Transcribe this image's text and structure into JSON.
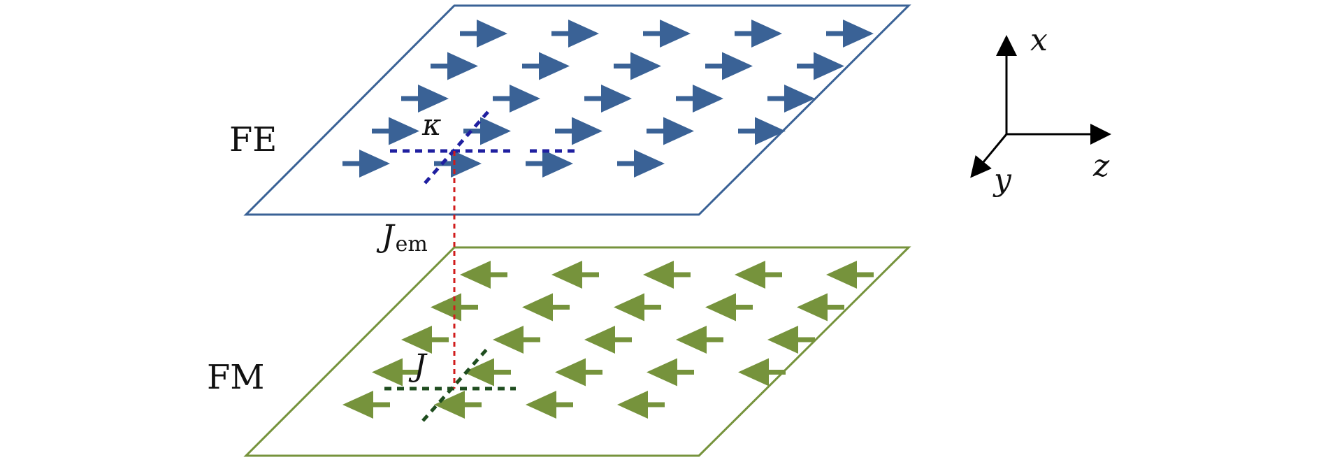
{
  "labels": {
    "fe_layer": "FE",
    "fm_layer": "FM",
    "kappa": "κ",
    "j_em_main": "J",
    "j_em_sub": "em",
    "j_exchange": "J"
  },
  "axes": {
    "x": "x",
    "y": "y",
    "z": "z"
  },
  "colors": {
    "fe": "#3a6296",
    "fm": "#76933c",
    "kappa_line": "#1f1fa0",
    "j_line": "#1f4d1f",
    "jem_line": "#d01c1c",
    "axis": "#000000"
  },
  "fe_arrow_count": 24,
  "fm_arrow_count": 24
}
